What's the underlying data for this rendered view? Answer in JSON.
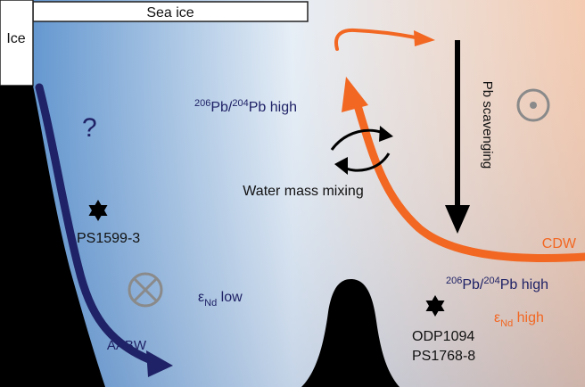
{
  "labels": {
    "sea_ice": "Sea ice",
    "ice": "Ice",
    "question": "?",
    "pb_high_upper": {
      "sup1": "206",
      "mid": "Pb/",
      "sup2": "204",
      "tail": "Pb high"
    },
    "pb_high_lower": {
      "sup1": "206",
      "mid": "Pb/",
      "sup2": "204",
      "tail": "Pb high"
    },
    "pb_scavenging": "Pb scavenging",
    "water_mass_mixing": "Water mass mixing",
    "cdw": "CDW",
    "aabw": "AABW",
    "eps_low": {
      "sym": "ε",
      "sub": "Nd",
      "tail": " low"
    },
    "eps_high": {
      "sym": "ε",
      "sub": "Nd",
      "tail": " high"
    },
    "site_ps1599": "PS1599-3",
    "site_odp1094": "ODP1094",
    "site_ps1768": "PS1768-8"
  },
  "colors": {
    "navy": "#1f2266",
    "orange": "#f26722",
    "water_left": "#4a86c8",
    "water_mid": "#e6eef6",
    "water_right": "#f3c8ad",
    "grey_symbol": "#8a8a8a"
  }
}
